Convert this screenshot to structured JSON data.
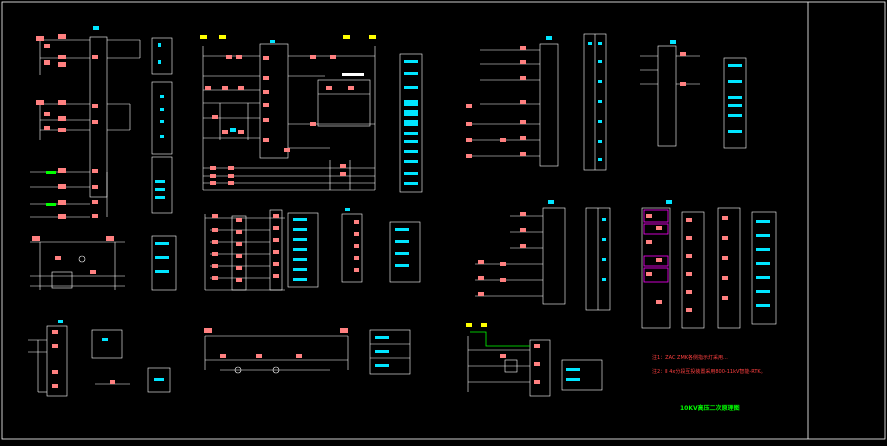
{
  "drawing": {
    "title": "10KV高压二次原理图",
    "notes": [
      "注1：ZAC ZMK各侧指示灯采用...",
      "注2：Ⅱ 4x分段互投装置采用800-11kV智能-RTK。"
    ]
  },
  "colors": {
    "background": "#000000",
    "line": "#ffffff",
    "device": "#ff8080",
    "terminal": "#00e5ff",
    "yellow": "#ffff00",
    "green": "#00ff00",
    "magenta": "#ff00ff",
    "note": "#ff4040",
    "title": "#00ff00"
  }
}
